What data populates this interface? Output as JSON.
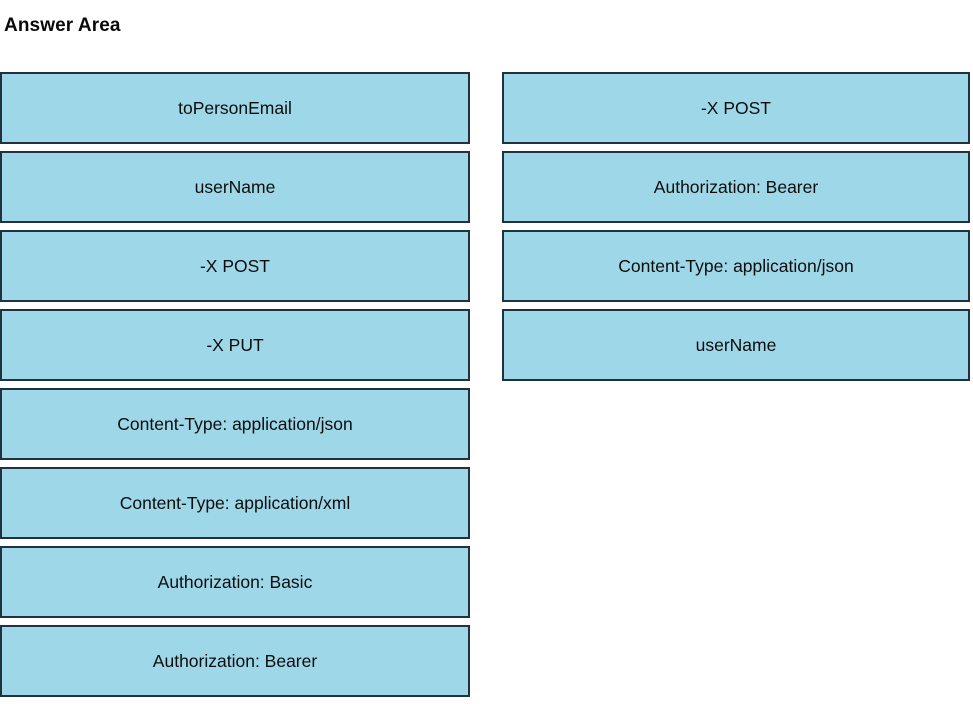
{
  "page": {
    "title": "Answer Area",
    "colors": {
      "tile_fill": "#9ed7e8",
      "tile_border": "#20313f",
      "text": "#0d0d0d",
      "background": "#ffffff"
    }
  },
  "columns": {
    "source": {
      "name": "answer-choices",
      "tiles": [
        {
          "label": "toPersonEmail"
        },
        {
          "label": "userName"
        },
        {
          "label": "-X POST"
        },
        {
          "label": "-X PUT"
        },
        {
          "label": "Content-Type: application/json"
        },
        {
          "label": "Content-Type: application/xml"
        },
        {
          "label": "Authorization: Basic"
        },
        {
          "label": "Authorization: Bearer"
        }
      ]
    },
    "target": {
      "name": "answer-drop-zone",
      "tiles": [
        {
          "label": "-X POST"
        },
        {
          "label": "Authorization: Bearer"
        },
        {
          "label": "Content-Type: application/json"
        },
        {
          "label": "userName"
        }
      ]
    }
  }
}
